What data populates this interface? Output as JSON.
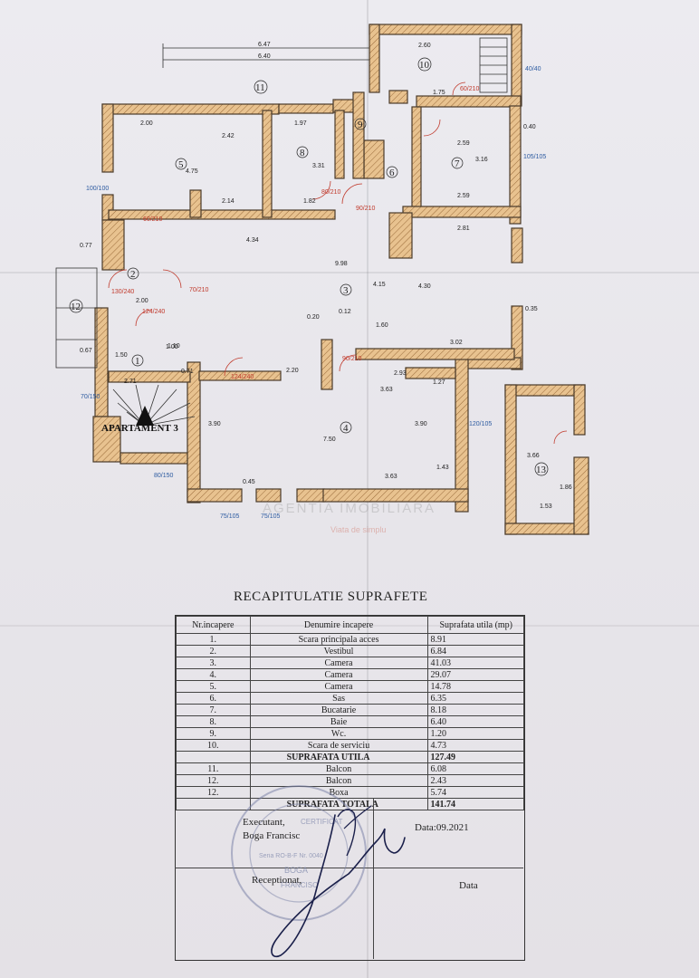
{
  "plan": {
    "apartment_label": "APARTAMENT 3",
    "watermark": "AGENTIA IMOBILIARA",
    "watermark_sub": "Viata de simplu",
    "room_numbers": [
      "1",
      "2",
      "3",
      "4",
      "5",
      "6",
      "7",
      "8",
      "9",
      "10",
      "11",
      "12",
      "13"
    ],
    "top_dims": [
      "6.47",
      "6.40"
    ],
    "dims": [
      "2.00",
      "2.42",
      "4.75",
      "2.14",
      "1.97",
      "3.31",
      "1.82",
      "2.60",
      "1.75",
      "2.59",
      "3.16",
      "2.59",
      "2.81",
      "4.34",
      "9.98",
      "4.30",
      "4.15",
      "1.60",
      "3.02",
      "2.93",
      "3.63",
      "3.90",
      "7.50",
      "3.90",
      "3.63",
      "2.20",
      "2.00",
      "2.71",
      "3.66",
      "1.86",
      "1.53",
      "1.43",
      "1.27",
      "0.35",
      "0.40",
      "0.77",
      "0.67",
      "1.10",
      "0.71",
      "1.50",
      "1.00",
      "0.20",
      "0.12",
      "0.45"
    ],
    "door_marks": [
      "60/210",
      "80/210",
      "90/210",
      "124/240",
      "130/240",
      "70/210",
      "124/240",
      "90/210",
      "60/210"
    ],
    "window_marks": [
      "100/100",
      "105/105",
      "120/105",
      "75/105",
      "75/105",
      "70/150",
      "80/150",
      "40/40"
    ]
  },
  "recap": {
    "title": "RECAPITULATIE SUPRAFETE",
    "headers": [
      "Nr.incapere",
      "Denumire incapere",
      "Suprafata utila (mp)"
    ],
    "rows": [
      [
        "1.",
        "Scara principala acces",
        "8.91"
      ],
      [
        "2.",
        "Vestibul",
        "6.84"
      ],
      [
        "3.",
        "Camera",
        "41.03"
      ],
      [
        "4.",
        "Camera",
        "29.07"
      ],
      [
        "5.",
        "Camera",
        "14.78"
      ],
      [
        "6.",
        "Sas",
        "6.35"
      ],
      [
        "7.",
        "Bucatarie",
        "8.18"
      ],
      [
        "8.",
        "Baie",
        "6.40"
      ],
      [
        "9.",
        "Wc.",
        "1.20"
      ],
      [
        "10.",
        "Scara de serviciu",
        "4.73"
      ]
    ],
    "utila_label": "SUPRAFATA UTILA",
    "utila_value": "127.49",
    "rows2": [
      [
        "11.",
        "Balcon",
        "6.08"
      ],
      [
        "12.",
        "Balcon",
        "2.43"
      ],
      [
        "12.",
        "Boxa",
        "5.74"
      ]
    ],
    "totala_label": "SUPRAFATA TOTALA",
    "totala_value": "141.74"
  },
  "signatures": {
    "executant_label": "Executant,",
    "executant_name": "Boga Francisc",
    "date_text": "Data:09.2021",
    "receptionat_label": "Receptionat,",
    "data_label": "Data",
    "stamp_line1": "CERTIFICAT",
    "stamp_line2": "Seria RO-B-F Nr. 0040",
    "stamp_line3": "BOGA",
    "stamp_line4": "FRANCISC"
  },
  "colors": {
    "wall_fill": "#e9c79a",
    "door_red": "#c0392b",
    "window_blue": "#2c5aa0",
    "stamp_blue": "#7b84a8",
    "signature_ink": "#1a1f4a"
  }
}
